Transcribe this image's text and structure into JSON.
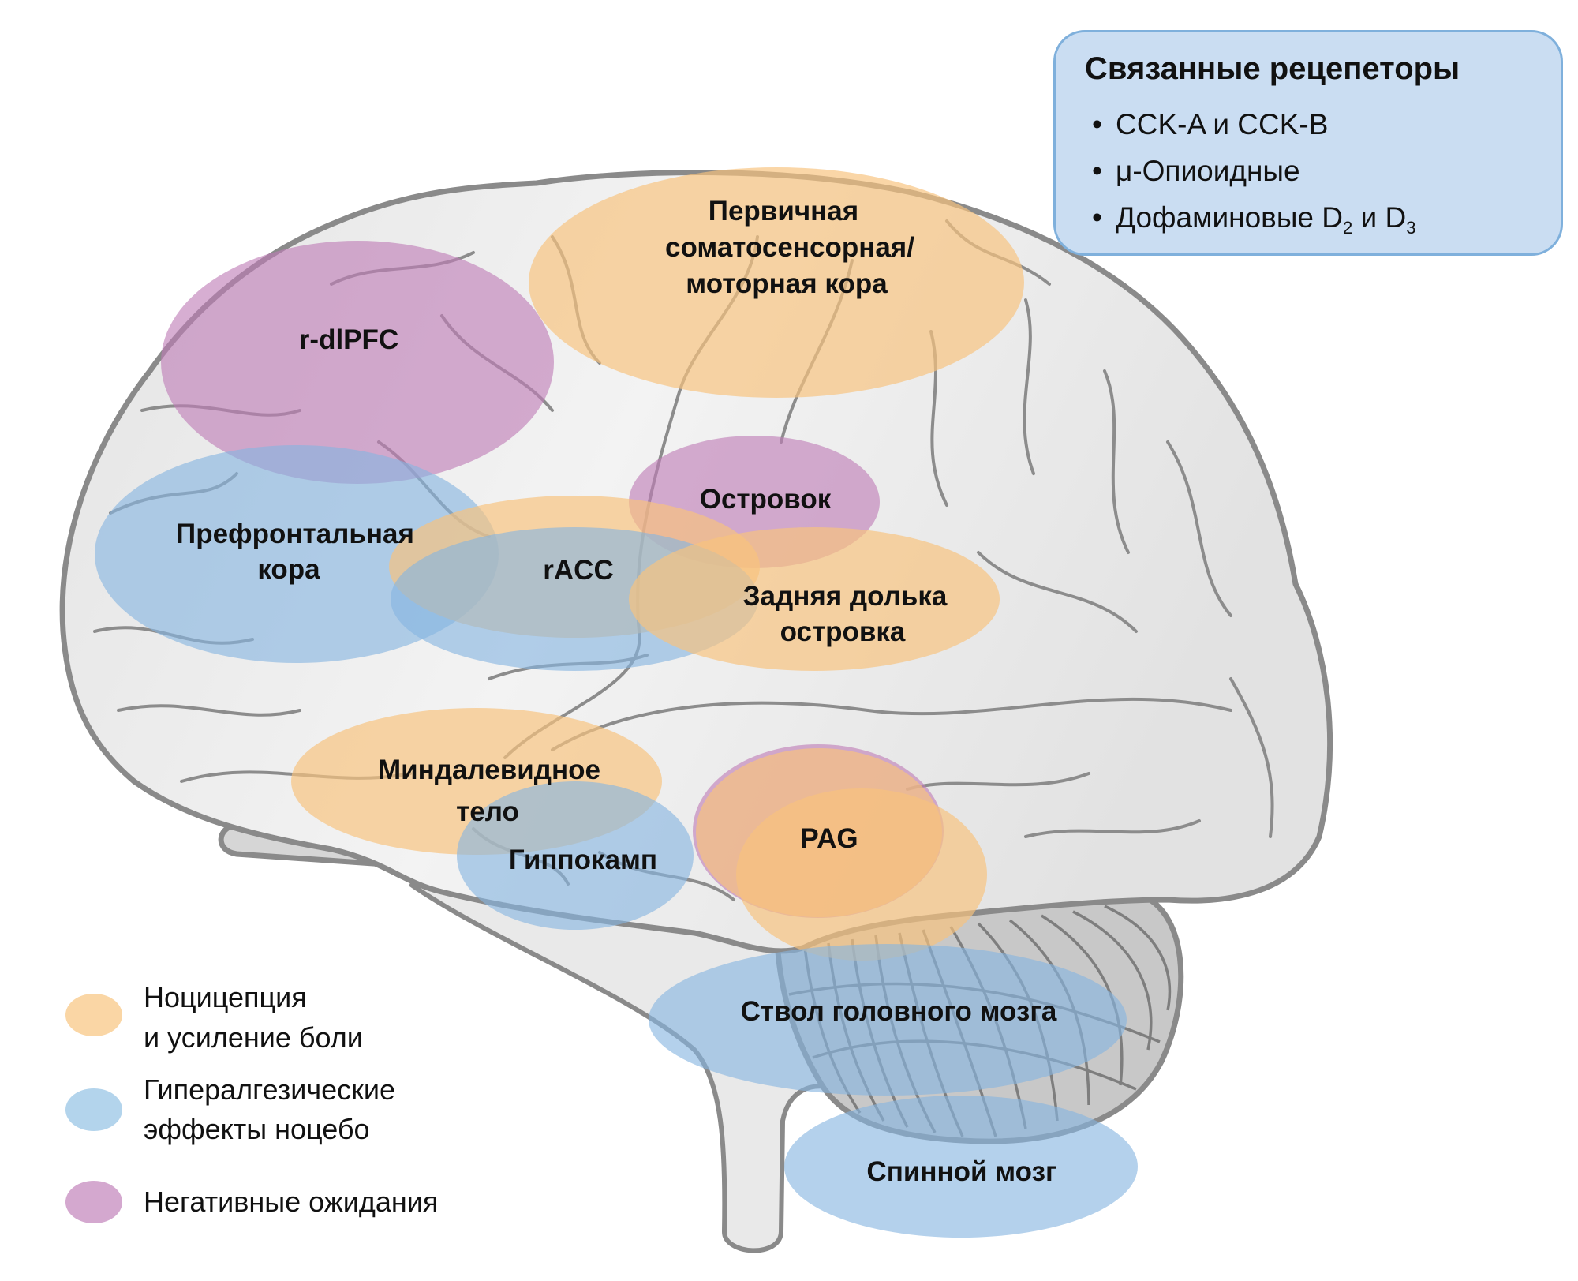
{
  "receptors": {
    "title": "Связанные рецепеторы",
    "items": [
      {
        "text": "CCK-A и CCK-B"
      },
      {
        "text": "μ-Опиоидные"
      },
      {
        "text_main": "Дофаминовые D",
        "sub1": "2",
        "mid": " и D",
        "sub2": "3"
      }
    ],
    "bullet": "•"
  },
  "regions": {
    "somatosensory": {
      "lines": [
        "Первичная",
        "соматосенсорная/",
        "моторная кора"
      ],
      "category": "nociception"
    },
    "rdlpfc": {
      "lines": [
        "r-dlPFC"
      ],
      "category": "negative_expectations"
    },
    "prefrontal": {
      "lines": [
        "Префронтальная",
        "кора"
      ],
      "category": "hyperalgesic_nocebo"
    },
    "insula": {
      "lines": [
        "Островок"
      ],
      "category": "negative_expectations"
    },
    "racc": {
      "lines": [
        "rACC"
      ],
      "categories": [
        "nociception",
        "hyperalgesic_nocebo"
      ]
    },
    "posterior_insula": {
      "lines": [
        "Задняя долька",
        "островка"
      ],
      "category": "nociception"
    },
    "amygdala": {
      "lines": [
        "Миндалевидное",
        "тело"
      ],
      "category": "nociception"
    },
    "hippocampus": {
      "lines": [
        "Гиппокамп"
      ],
      "category": "hyperalgesic_nocebo"
    },
    "pag": {
      "lines": [
        "PAG"
      ],
      "categories": [
        "negative_expectations",
        "nociception"
      ]
    },
    "brainstem": {
      "lines": [
        "Ствол головного мозга"
      ],
      "category": "hyperalgesic_nocebo"
    },
    "spinal_cord": {
      "lines": [
        "Спинной мозг"
      ],
      "category": "hyperalgesic_nocebo"
    }
  },
  "legend": [
    {
      "key": "nociception",
      "lines": [
        "Ноцицепция",
        "и усиление боли"
      ],
      "color": "#FAD6A5"
    },
    {
      "key": "hyperalgesic_nocebo",
      "lines": [
        "Гипералгезические",
        "эффекты ноцебо"
      ],
      "color": "#B3D4EC"
    },
    {
      "key": "negative_expectations",
      "lines": [
        "Негативные ожидания"
      ],
      "color": "#D4A8CF"
    }
  ],
  "colors": {
    "nociception": "#F7C27E",
    "hyperalgesic_nocebo": "#86B4E0",
    "negative_expectations": "#BF7DB7",
    "brain_outline": "#8A8A8A",
    "box_fill": "#CADDF2",
    "box_border": "#7FB0DC"
  }
}
